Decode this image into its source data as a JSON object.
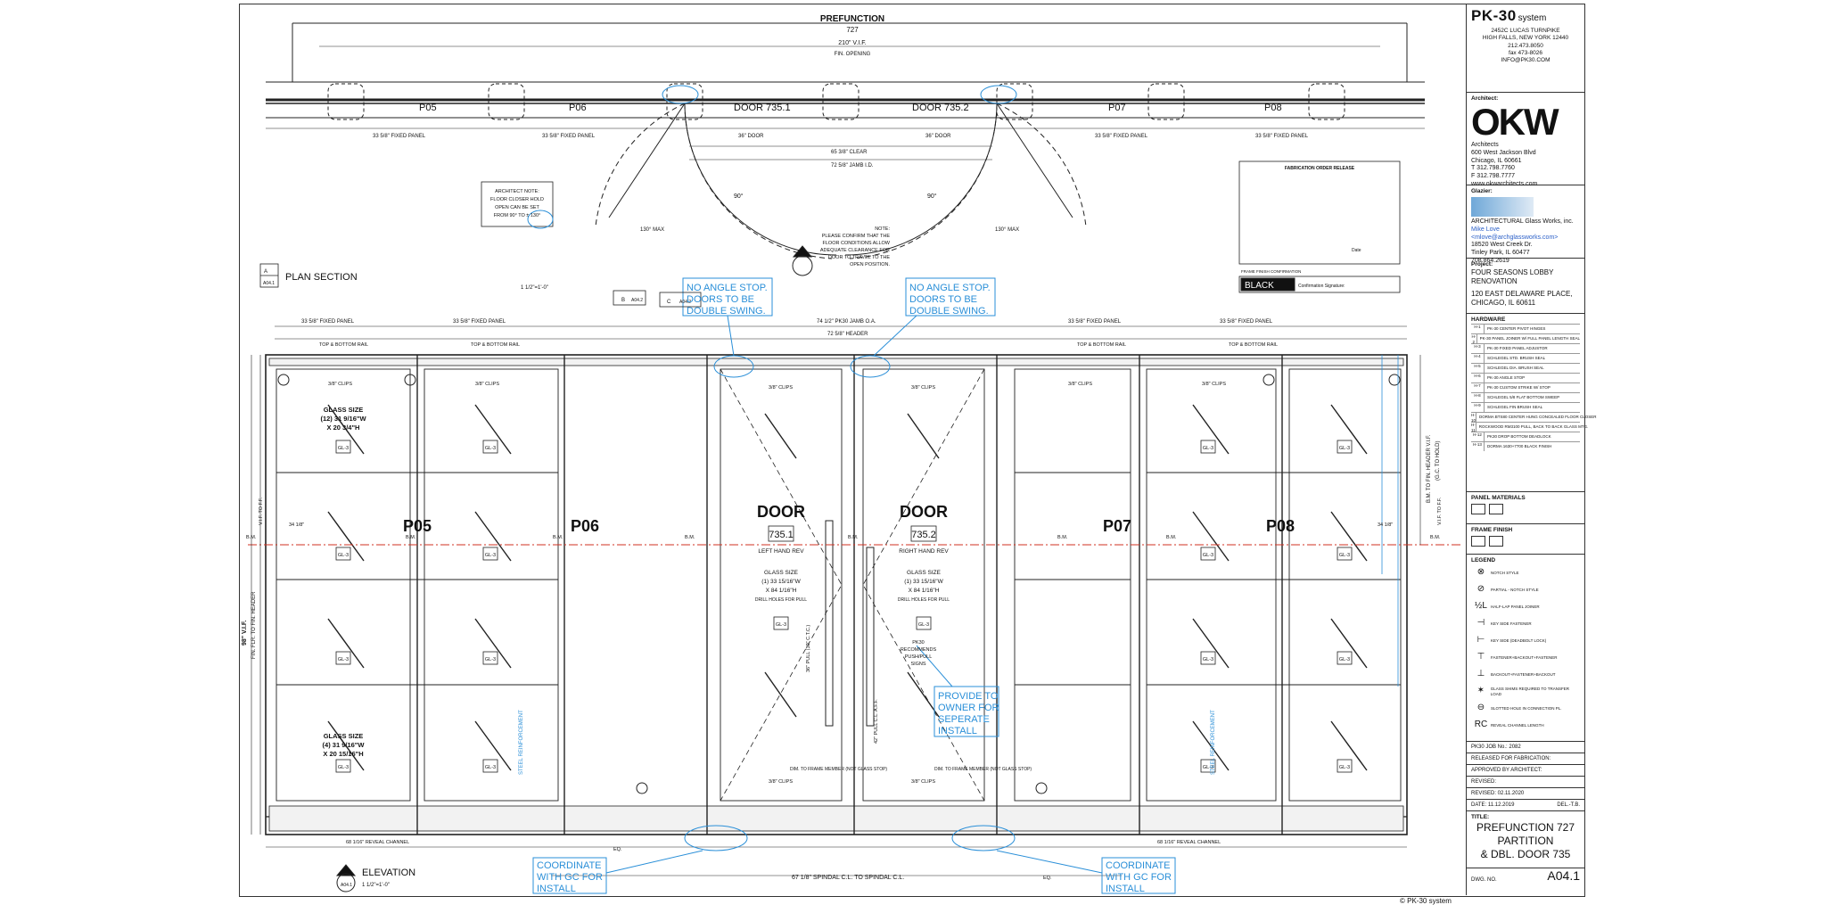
{
  "drawing": {
    "top_title": "PREFUNCTION",
    "top_room": "727",
    "top_vif": "210\" V.I.F.",
    "top_fin": "FIN. OPENING",
    "plan_panels": [
      "P05",
      "P06",
      "DOOR 735.1",
      "DOOR 735.2",
      "P07",
      "P08"
    ],
    "fixed_panel": "33 5/8\" FIXED PANEL",
    "door_36": "36\" DOOR",
    "clear": "65 3/8\" CLEAR",
    "jamb": "72 5/8\" JAMB I.D.",
    "deg90": "90°",
    "deg130": "130° MAX",
    "arch_note": [
      "ARCHITECT NOTE:",
      "FLOOR CLOSER HOLD",
      "OPEN CAN BE SET",
      "FROM 90° TO ± 130°"
    ],
    "floor_note": [
      "NOTE:",
      "PLEASE CONFIRM THAT THE",
      "FLOOR CONDITIONS ALLOW",
      "ADEQUATE CLEARANCE FOR",
      "DOOR TO TRAVEL TO THE",
      "OPEN POSITION."
    ],
    "plan_section": "PLAN SECTION",
    "plan_scale": "1 1/2\"=1'-0\"",
    "section_ref": "A04.1",
    "ref_a": "A",
    "ref_b": "B",
    "ref_c": "C",
    "ref_sheet": "A04.2",
    "pk30_jamb": "74 1/2\" PK30 JAMB O.A.",
    "header": "72 5/8\" HEADER",
    "rail": "TOP & BOTTOM RAIL",
    "clips": "3/8\" CLIPS",
    "glass1": [
      "GLASS SIZE",
      "(12) 31 9/16\"W",
      "X 20 3/4\"H"
    ],
    "glass2": [
      "GLASS SIZE",
      "(4) 31 9/16\"W",
      "X 20 15/16\"H"
    ],
    "door_glass": [
      "GLASS SIZE",
      "(1) 33 15/16\"W",
      "X 84 1/16\"H",
      "DRILL HOLES FOR PULL"
    ],
    "gl3": "GL-3",
    "elev_panels": [
      "P05",
      "P06",
      "P07",
      "P08"
    ],
    "door_word": "DOOR",
    "door1": "735.1",
    "door2": "735.2",
    "left_rev": "LEFT HAND REV",
    "right_rev": "RIGHT HAND REV",
    "bm": "B.M.",
    "vif_tofl": "V.I.F. TO F.F.",
    "steel": "STEEL REINFORCEMENT",
    "reveal": "68 1/16\" REVEAL CHANNEL",
    "spindal": "67 1/8\" SPINDAL C.L. TO SPINDAL C.L.",
    "elevation": "ELEVATION",
    "eq": "EQ.",
    "dim_frame": "DIM. TO FRAME MEMBER (NOT GLASS STOP)",
    "pull": "36\" PULL (30\" C.T.C.)",
    "pull_cl": "42\" PULL C.L. A.F.F.",
    "pk30_note": [
      "PK30",
      "RECOMMENDS",
      "PUSH/PULL",
      "SIGNS"
    ],
    "left_98": "98\" V.I.F.",
    "left_fin": "FIN. FLR. TO FIN. HEADER",
    "right_bm": "B.M. TO FIN. HEADER V.I.F.",
    "right_gc": "(G.C. TO HOLD)",
    "dim_34": "34 1/8\"",
    "callouts": {
      "no_angle_1": [
        "NO ANGLE STOP.",
        "DOORS TO BE",
        "DOUBLE SWING."
      ],
      "no_angle_2": [
        "NO ANGLE STOP.",
        "DOORS TO BE",
        "DOUBLE SWING."
      ],
      "provide": [
        "PROVIDE TO",
        "OWNER FOR",
        "SEPERATE",
        "INSTALL"
      ],
      "coord_1": [
        "COORDINATE",
        "WITH GC FOR",
        "INSTALL"
      ],
      "coord_2": [
        "COORDINATE",
        "WITH GC FOR",
        "INSTALL"
      ]
    },
    "fab_title": "FABRICATION ORDER RELEASE",
    "fab_sig": "Date",
    "frame_finish_conf": "FRAME FINISH CONFIRMATION",
    "black": "BLACK",
    "conf_sig": "Confirmation Signature:",
    "colors": {
      "blue": "#2a8fd8",
      "red": "#d03020",
      "line": "#222222"
    }
  },
  "titleblock": {
    "brand": "PK-30",
    "brand_sub": "system",
    "address": [
      "2452C LUCAS TURNPIKE",
      "HIGH FALLS, NEW YORK 12440",
      "212.473.8050",
      "fax 473-8026",
      "INFO@PK30.COM"
    ],
    "architect_lbl": "Architect:",
    "okw": "OKW",
    "okw_sub": "Architects",
    "okw_addr": [
      "600 West Jackson Blvd",
      "Chicago, IL 60661",
      "T 312.798.7760",
      "F 312.798.7777",
      "www.okwarchitects.com"
    ],
    "glazier_lbl": "Glazier:",
    "glazier": [
      "ARCHITECTURAL Glass Works, inc.",
      "Mike Love <mlove@archglassworks.com>",
      "18520 West Creek Dr.",
      "Tinley Park, IL 60477",
      "708.864.2619"
    ],
    "project_lbl": "Project:",
    "project": [
      "FOUR SEASONS LOBBY",
      "RENOVATION"
    ],
    "project_addr": [
      "120 EAST DELAWARE PLACE,",
      "CHICAGO, IL 60611"
    ],
    "hardware_lbl": "HARDWARE",
    "hardware": [
      {
        "k": "H-1",
        "v": "PK-30 CENTER PIVOT HINGES"
      },
      {
        "k": "H-2",
        "v": "PK-30 PANEL JOINER W/ FULL PANEL LENGTH SEAL"
      },
      {
        "k": "H-3",
        "v": "PK-30 FIXED PANEL ADJUSTOR"
      },
      {
        "k": "H-4",
        "v": "SCHLEGEL STD. BRUSH SEAL"
      },
      {
        "k": "H-5",
        "v": "SCHLEGEL DIA. BRUSH SEAL"
      },
      {
        "k": "H-6",
        "v": "PK-30 ANGLE STOP"
      },
      {
        "k": "H-7",
        "v": "PK-30 CUSTOM STRIKE W/ STOP"
      },
      {
        "k": "H-8",
        "v": "SCHLEGEL 5/8 FLAT BOTTOM SWEEP"
      },
      {
        "k": "H-9",
        "v": "SCHLEGEL FIN BRUSH SEAL"
      },
      {
        "k": "H-10",
        "v": "DORMA BTS80 CENTER HUNG CONCEALED FLOOR CLOSER"
      },
      {
        "k": "H-11",
        "v": "ROCKWOOD RM3100 PULL, BACK TO BACK GLASS MTG."
      },
      {
        "k": "H-12",
        "v": "PK30 DROP BOTTOM DEADLOCK"
      },
      {
        "k": "H-13",
        "v": "DORMA 1630+7700 BLACK FINISH"
      }
    ],
    "panel_materials": "PANEL MATERIALS",
    "frame_finish": "FRAME FINISH",
    "legend_lbl": "LEGEND",
    "legend": [
      "NOTCH STYLE",
      "PARTIAL - NOTCH STYLE",
      "HALF-LAP PANEL JOINER",
      "KEY SIDE FASTENER",
      "KEY SIDE (DEADBOLT LOCK)",
      "FASTENER+BACKOUT+FASTENER",
      "BACKOUT+FASTENER+BACKOUT",
      "GLASS SHIMS REQUIRED TO TRANSFER LOAD",
      "SLOTTED HOLE IN CONNECTION PL.",
      "REVEAL CHANNEL LENGTH"
    ],
    "legend_syms": [
      "⊗",
      "⊘",
      "½L",
      "⊣",
      "⊢",
      "⊤",
      "⊥",
      "✶",
      "⊖",
      "RC"
    ],
    "job": "PK30 JOB No.: 2082",
    "released": "RELEASED FOR FABRICATION:",
    "approved": "APPROVED BY ARCHITECT:",
    "revised_lbl": "REVISED:",
    "revised2": "REVISED: 02.11.2020",
    "date": "DATE: 11.12.2019",
    "drawn": "DEL.-T.B.",
    "title_lbl": "TITLE:",
    "title": [
      "PREFUNCTION 727",
      "PARTITION",
      "& DBL. DOOR 735"
    ],
    "dwg_lbl": "DWG. NO.",
    "dwg": "A04.1"
  },
  "footer_mark": "© PK-30 system"
}
